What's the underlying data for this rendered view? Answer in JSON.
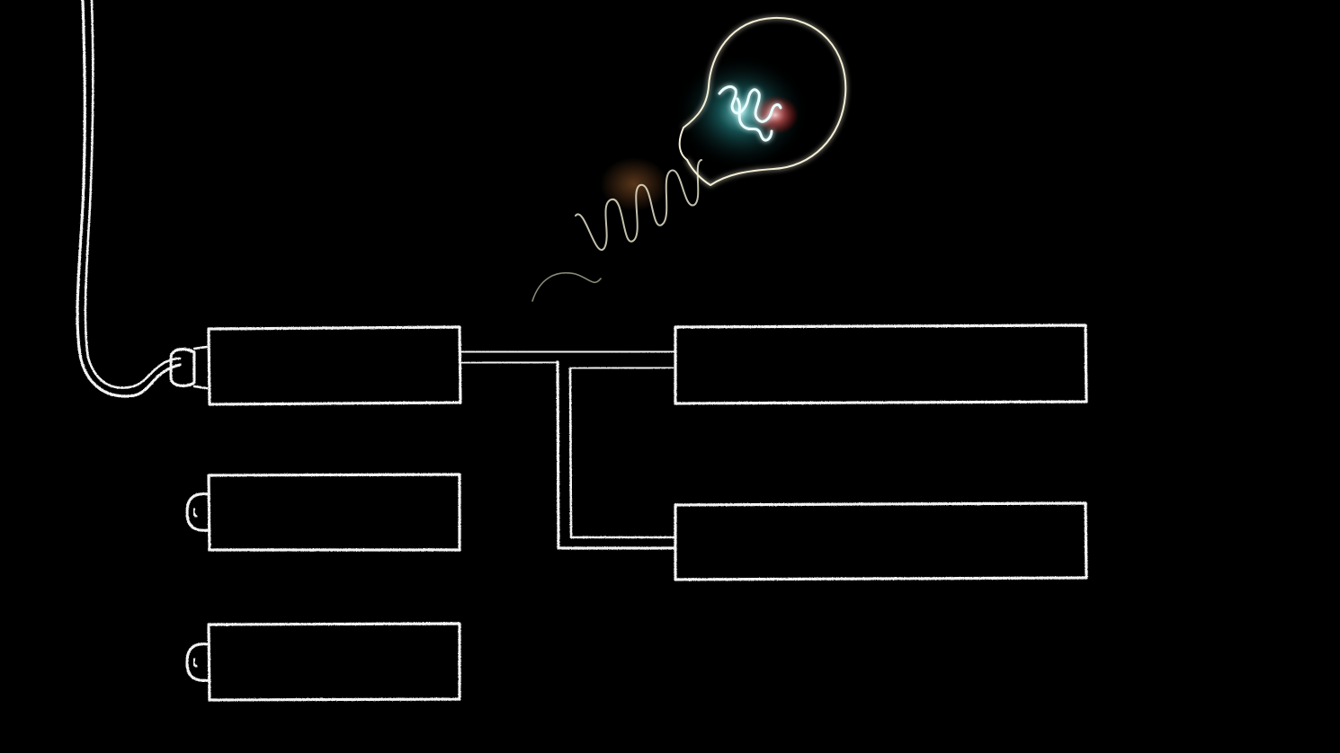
{
  "colors": {
    "background": "#000000",
    "chalk": "#f2f2f2",
    "bulb_outline": "#f4f0d8",
    "filament_glow": "#7fe3e8",
    "hot_spot": "#ff6a6a"
  },
  "diagram": {
    "root_box": {
      "icon": "battery-with-plug",
      "text": ""
    },
    "left_boxes": [
      {
        "icon": "battery",
        "text": ""
      },
      {
        "icon": "battery",
        "text": ""
      }
    ],
    "right_boxes": [
      {
        "text": ""
      },
      {
        "text": ""
      }
    ],
    "decoration": {
      "icon": "glowing-light-bulb"
    }
  }
}
